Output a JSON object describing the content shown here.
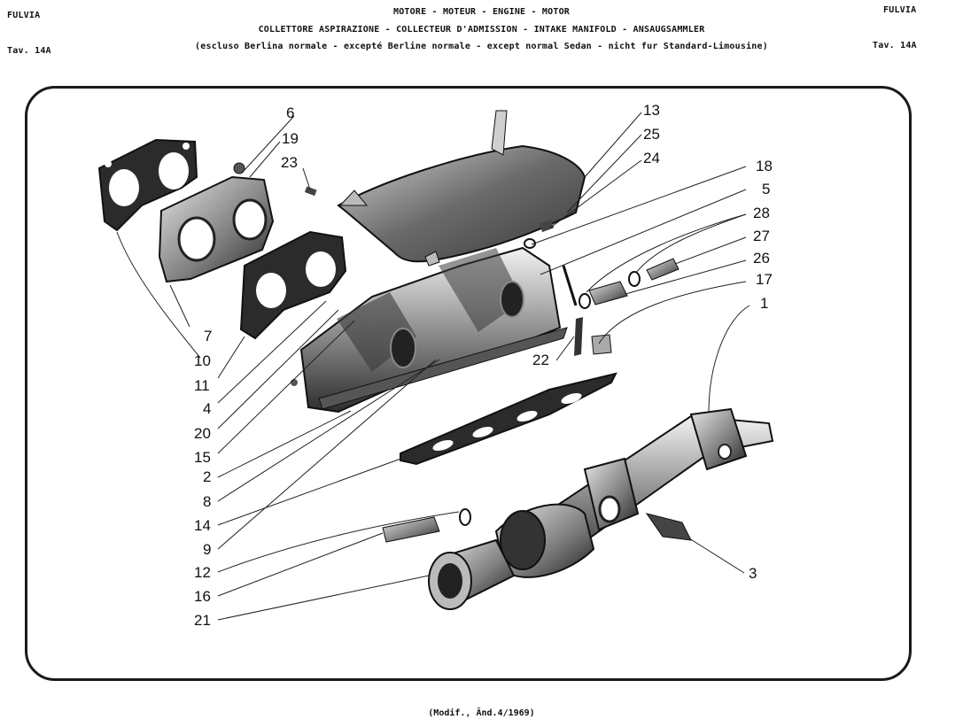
{
  "header": {
    "left_model": "FULVIA",
    "right_model": "FULVIA",
    "left_table": "Tav. 14A",
    "right_table": "Tav. 14A",
    "line1": "MOTORE - MOTEUR - ENGINE - MOTOR",
    "line2": "COLLETTORE ASPIRAZIONE - COLLECTEUR D'ADMISSION - INTAKE MANIFOLD - ANSAUGSAMMLER",
    "line3": "(escluso Berlina normale - excepté Berline normale - except normal Sedan - nicht fur Standard-Limousine)"
  },
  "footer": {
    "note": "(Modif., Änd.4/1969)"
  },
  "part_labels": [
    "6",
    "19",
    "23",
    "13",
    "25",
    "24",
    "18",
    "5",
    "28",
    "27",
    "26",
    "17",
    "1",
    "22",
    "7",
    "10",
    "11",
    "4",
    "20",
    "15",
    "2",
    "8",
    "14",
    "9",
    "12",
    "16",
    "21",
    "3"
  ]
}
